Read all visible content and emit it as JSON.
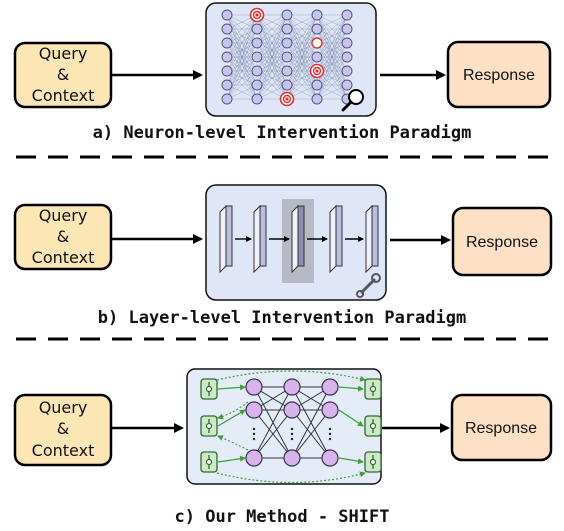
{
  "panels": [
    {
      "input_label": [
        "Query",
        "&",
        "Context"
      ],
      "output_label": "Response",
      "caption": "a) Neuron-level Intervention Paradigm"
    },
    {
      "input_label": [
        "Query",
        "&",
        "Context"
      ],
      "output_label": "Response",
      "caption": "b) Layer-level Intervention Paradigm"
    },
    {
      "input_label": [
        "Query",
        "&",
        "Context"
      ],
      "output_label": "Response",
      "caption": "c) Our Method - SHIFT"
    }
  ],
  "colors": {
    "input_box_fill": "#fce6b6",
    "output_box_fill": "#fde0c6",
    "model_panel_fill": "#dfe6f7",
    "neuron_fill": "#c9c3ef",
    "shift_neuron_fill": "#d7b5ec",
    "target_red": "#e03030",
    "green_arrow": "#3f9e3a"
  },
  "icons": [
    "magnifier-icon",
    "wrench-icon",
    "slider-icon",
    "target-icon"
  ]
}
